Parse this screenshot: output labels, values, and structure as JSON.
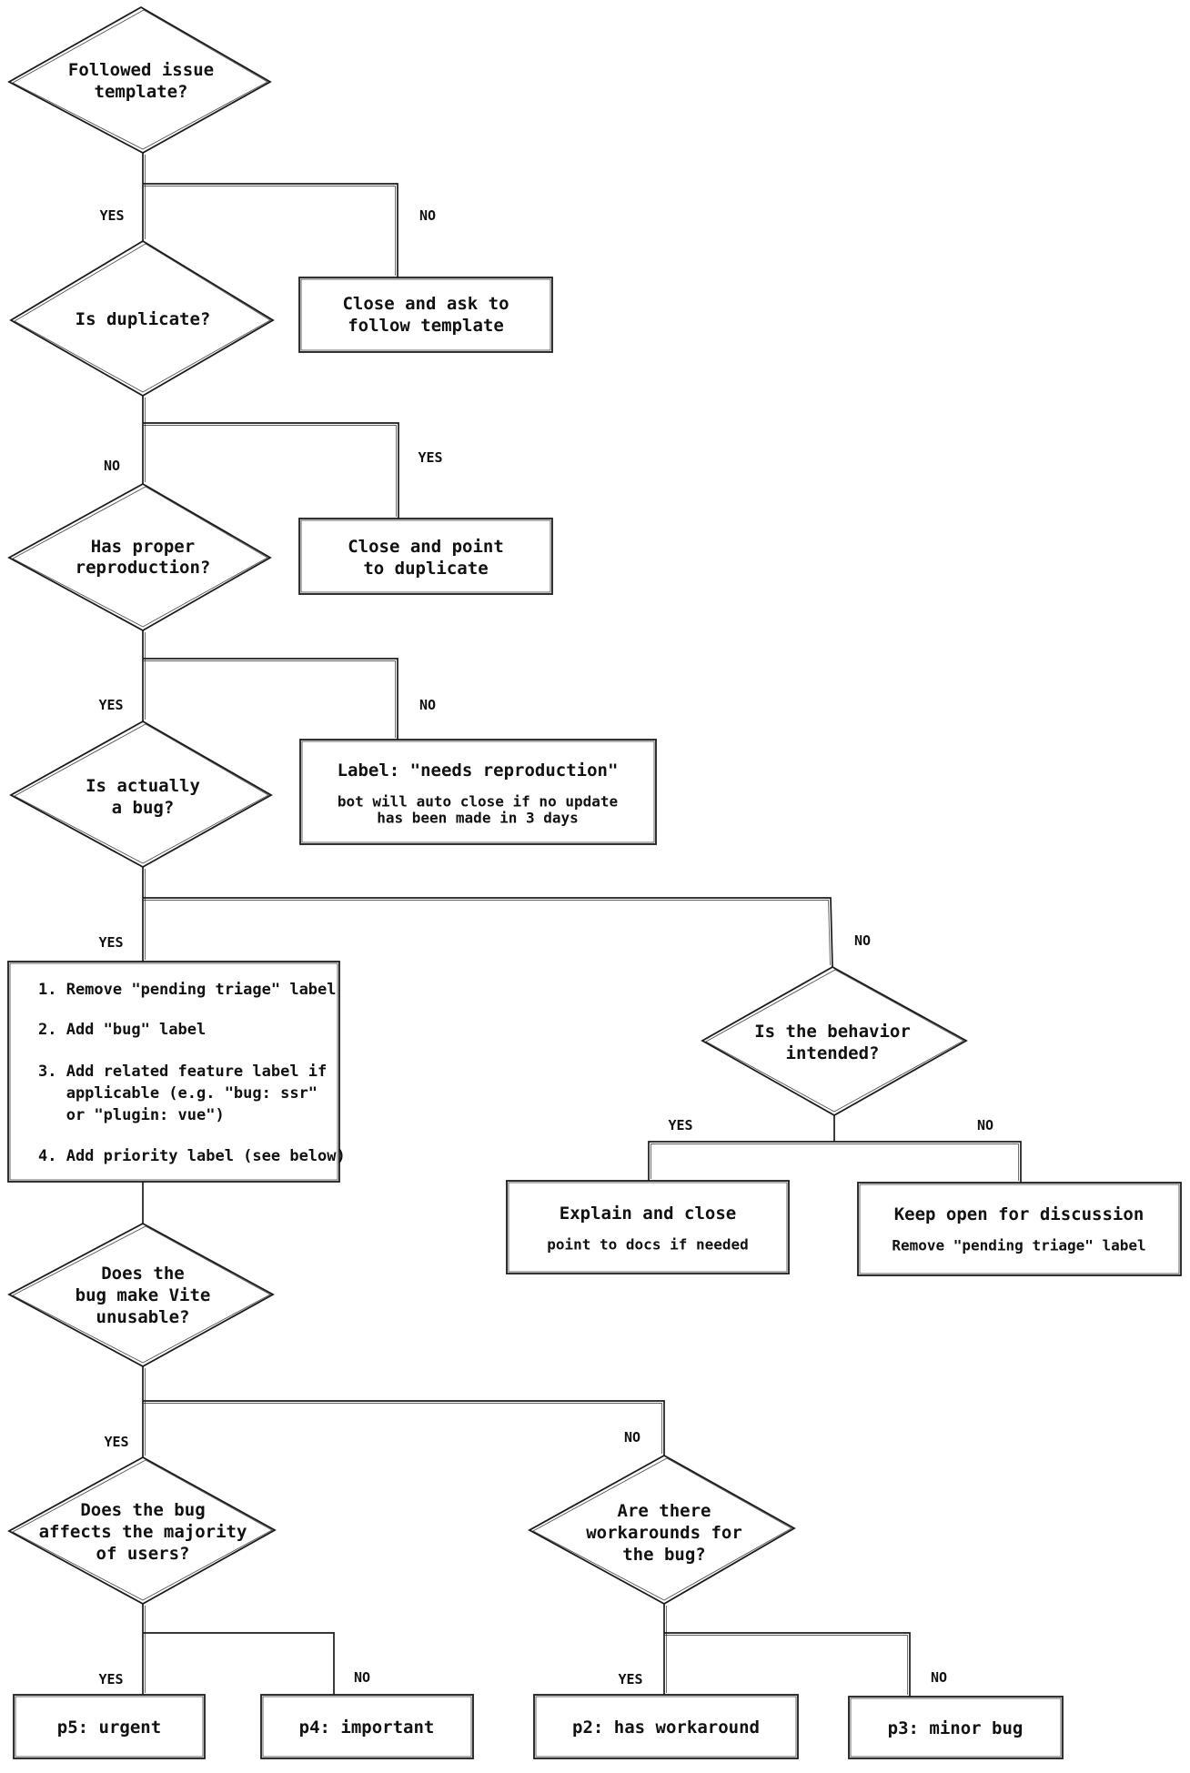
{
  "labels": {
    "yes": "YES",
    "no": "NO"
  },
  "colors": {
    "stroke": "#1b1b1b",
    "text": "#111111",
    "background": "#ffffff"
  },
  "nodes": {
    "d_template": {
      "l1": "Followed issue",
      "l2": "template?"
    },
    "b_follow": {
      "l1": "Close and ask to",
      "l2": "follow template"
    },
    "d_duplicate": {
      "l1": "Is duplicate?"
    },
    "b_duplicate": {
      "l1": "Close and point",
      "l2": "to duplicate"
    },
    "d_repro": {
      "l1": "Has proper",
      "l2": "reproduction?"
    },
    "b_repro": {
      "title": "Label: \"needs reproduction\"",
      "s1": "bot will auto close if no update",
      "s2": "has been made in 3 days"
    },
    "d_bug": {
      "l1": "Is actually",
      "l2": "a bug?"
    },
    "b_steps": {
      "l1": "1. Remove \"pending triage\" label",
      "l2": "2. Add \"bug\" label",
      "l3": "3. Add related feature label if",
      "l4": "   applicable (e.g. \"bug: ssr\"",
      "l5": "   or \"plugin: vue\")",
      "l6": "4. Add priority label (see below)"
    },
    "d_unusable": {
      "l1": "Does the",
      "l2": "bug make Vite",
      "l3": "unusable?"
    },
    "d_intended": {
      "l1": "Is the behavior",
      "l2": "intended?"
    },
    "b_explain": {
      "title": "Explain and close",
      "sub": "point to docs if needed"
    },
    "b_keep": {
      "title": "Keep open for discussion",
      "sub": "Remove \"pending triage\" label"
    },
    "d_majority": {
      "l1": "Does the bug",
      "l2": "affects the majority",
      "l3": "of users?"
    },
    "d_workaround": {
      "l1": "Are there",
      "l2": "workarounds for",
      "l3": "the bug?"
    },
    "b_p5": {
      "l1": "p5: urgent"
    },
    "b_p4": {
      "l1": "p4: important"
    },
    "b_p2": {
      "l1": "p2: has workaround"
    },
    "b_p3": {
      "l1": "p3: minor bug"
    }
  }
}
